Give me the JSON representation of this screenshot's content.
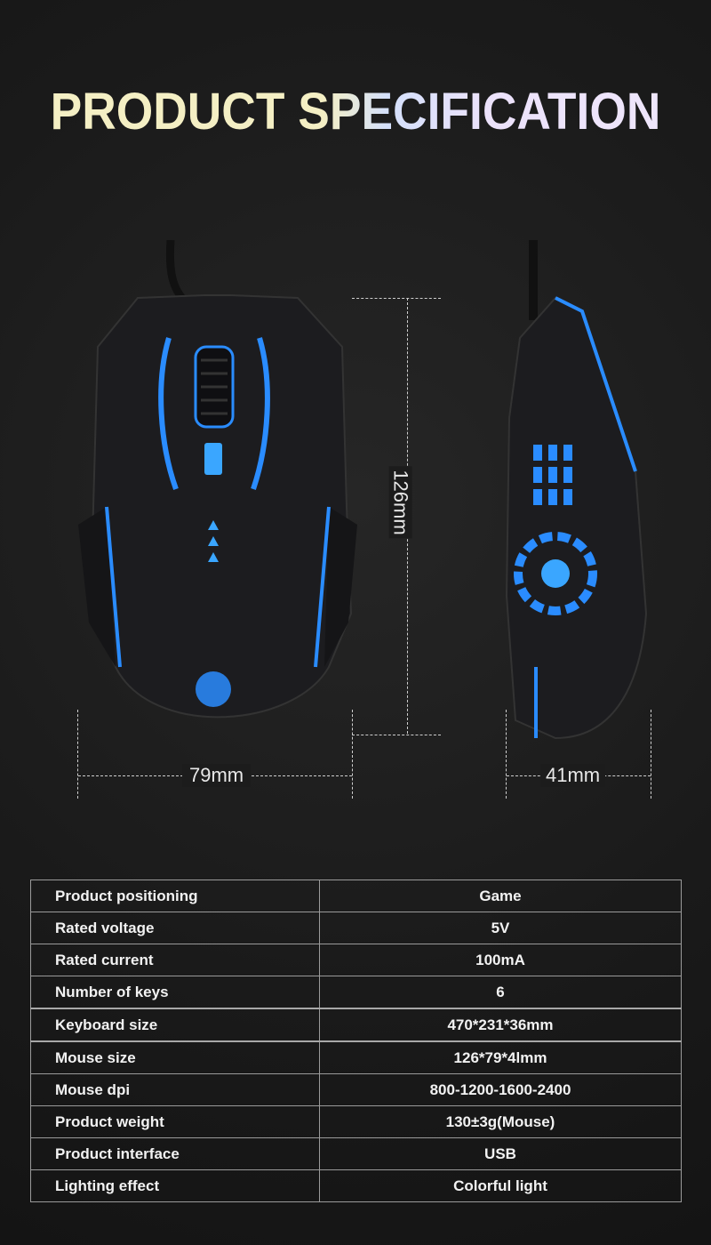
{
  "title": "PRODUCT SPECIFICATION",
  "dimensions": {
    "height": "126mm",
    "width": "79mm",
    "depth": "41mm"
  },
  "accent_color": "#2a8cff",
  "specs": [
    {
      "label": "Product positioning",
      "value": "Game"
    },
    {
      "label": "Rated voltage",
      "value": "5V"
    },
    {
      "label": "Rated current",
      "value": "100mA"
    },
    {
      "label": "Number of keys",
      "value": "6"
    },
    {
      "label": "Keyboard size",
      "value": "470*231*36mm"
    },
    {
      "label": "Mouse size",
      "value": "126*79*4lmm"
    },
    {
      "label": "Mouse dpi",
      "value": "800-1200-1600-2400"
    },
    {
      "label": "Product weight",
      "value": "130±3g(Mouse)"
    },
    {
      "label": "Product interface",
      "value": "USB"
    },
    {
      "label": "Lighting effect",
      "value": "Colorful light"
    }
  ]
}
